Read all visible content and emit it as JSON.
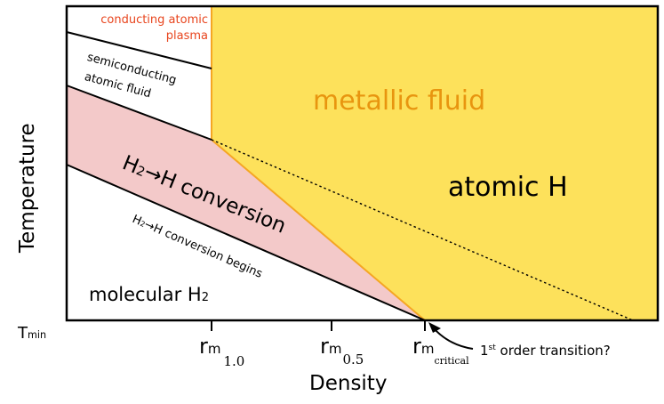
{
  "axes": {
    "y_label": "Temperature",
    "x_label": "Density",
    "t_min": {
      "main": "T",
      "sub": "min"
    },
    "ticks": [
      {
        "main": "r",
        "sub": "m",
        "sub2": "1.0"
      },
      {
        "main": "r",
        "sub": "m",
        "sub2": "0.5"
      },
      {
        "main": "r",
        "sub": "m",
        "sub2": "critical"
      }
    ]
  },
  "regions": {
    "conducting_plasma": "conducting atomic plasma",
    "semiconducting_line1": "semiconducting",
    "semiconducting_line2": "atomic fluid",
    "metallic_fluid": "metallic fluid",
    "atomic_h": "atomic H",
    "conversion": {
      "a": "H",
      "a_sub": "2",
      "arrow": "→",
      "rest": "H conversion"
    },
    "conversion_begins": {
      "a": "H",
      "a_sub": "2",
      "arrow": "→",
      "rest": "H conversion begins"
    },
    "molecular": {
      "main": "molecular H",
      "sub": "2"
    }
  },
  "annotation": {
    "prefix": "1",
    "sup": "st",
    "rest": " order transition?"
  },
  "colors": {
    "metallic_fill": "#fde15b",
    "metallic_edge": "#f5a623",
    "conversion_fill": "#f3c9c9",
    "plasma_text": "#e8451e",
    "metallic_text": "#e8950f",
    "line": "#000000"
  }
}
